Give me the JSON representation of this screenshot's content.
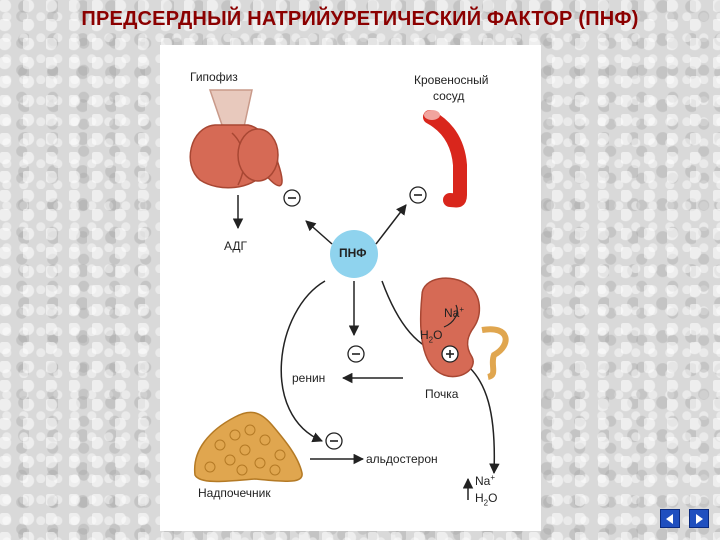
{
  "title": "ПРЕДСЕРДНЫЙ НАТРИЙУРЕТИЧЕСКИЙ ФАКТОР (ПНФ)",
  "diagram": {
    "center": "ПНФ",
    "pituitary": "Гипофиз",
    "vessel_line1": "Кровеносный",
    "vessel_line2": "сосуд",
    "adh": "АДГ",
    "renin": "ренин",
    "kidney": "Почка",
    "aldosterone": "альдостерон",
    "adrenal": "Надпочечник",
    "na": "Na",
    "h2o": "H",
    "minus": "−",
    "plus": "+"
  },
  "colors": {
    "title": "#8b0000",
    "pnf_circle": "#8fd3ee",
    "organ": "#d66a55",
    "vessel": "#d9261c",
    "adrenal": "#e0a64f",
    "nav": "#1f4fbf"
  },
  "nav": {
    "prev_icon": "triangle-left-icon",
    "next_icon": "triangle-right-icon"
  }
}
